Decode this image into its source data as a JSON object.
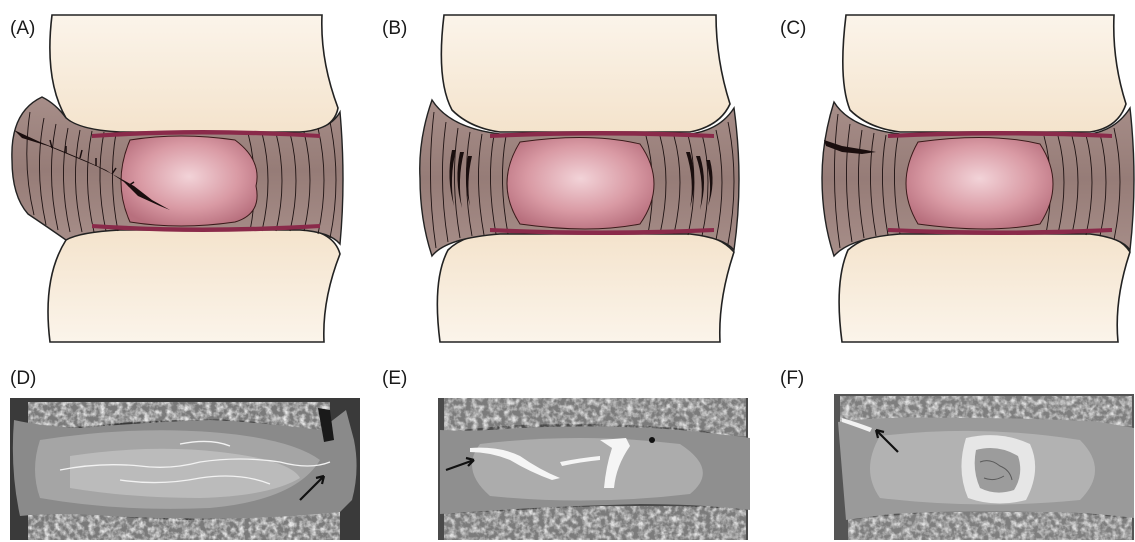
{
  "panels": {
    "a": "(A)",
    "b": "(B)",
    "c": "(C)",
    "d": "(D)",
    "e": "(E)",
    "f": "(F)"
  },
  "colors": {
    "vertebra": "#f7e9d6",
    "annulus": "#9e8580",
    "nucleus": "#cf8e98",
    "endplate": "#8a2a4a",
    "lamella": "#1e1212",
    "histo_bg": "#8d8d8d",
    "bone": "#6a6a6a"
  }
}
